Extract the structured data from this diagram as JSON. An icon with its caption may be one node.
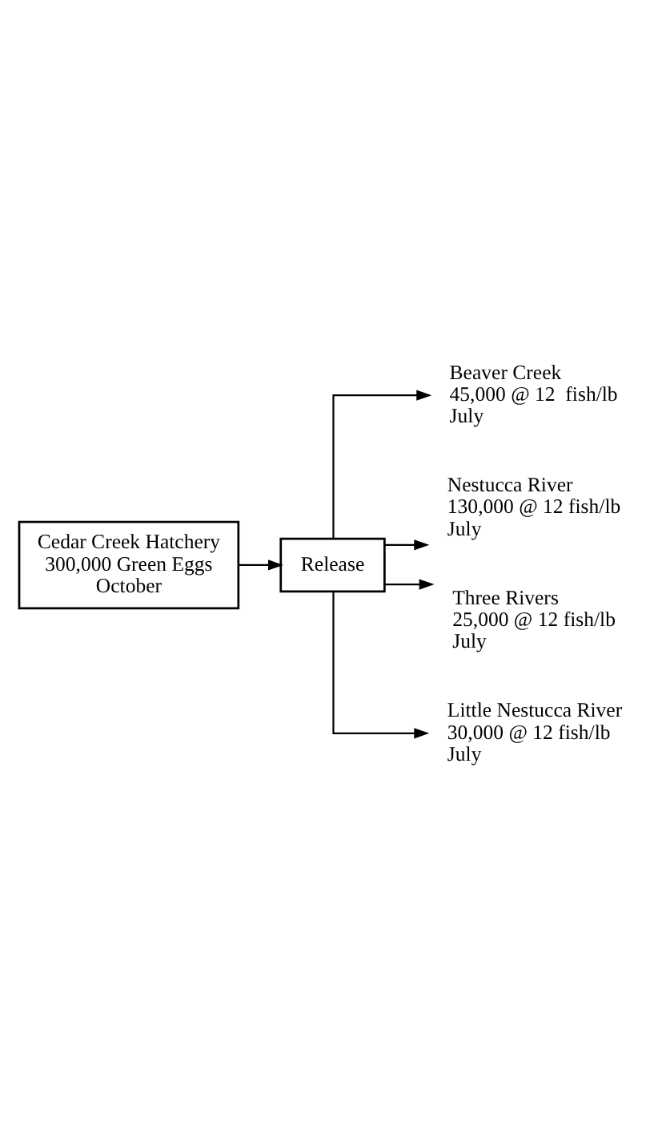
{
  "diagram": {
    "nodes": [
      {
        "text": [
          "Cedar Creek Hatchery",
          "300,000 Green Eggs",
          "October"
        ]
      },
      {
        "text": [
          "Release"
        ]
      },
      {
        "text": [
          "Beaver Creek",
          "45,000 @ 12  fish/lb",
          "July"
        ]
      },
      {
        "text": [
          "Nestucca River",
          "130,000 @ 12 fish/lb",
          "July"
        ]
      },
      {
        "text": [
          "Three Rivers",
          "25,000 @ 12 fish/lb",
          "July"
        ]
      },
      {
        "text": [
          "Little Nestucca River",
          "30,000 @ 12 fish/lb",
          "July"
        ]
      }
    ],
    "edges": [
      {
        "from": 0,
        "to": 1,
        "arrow": "to"
      },
      {
        "from": 1,
        "to": 2,
        "arrow": "to"
      },
      {
        "from": 1,
        "to": 3,
        "arrow": "to"
      },
      {
        "from": 1,
        "to": 4,
        "arrow": "to"
      },
      {
        "from": 1,
        "to": 5,
        "arrow": "to"
      }
    ]
  }
}
